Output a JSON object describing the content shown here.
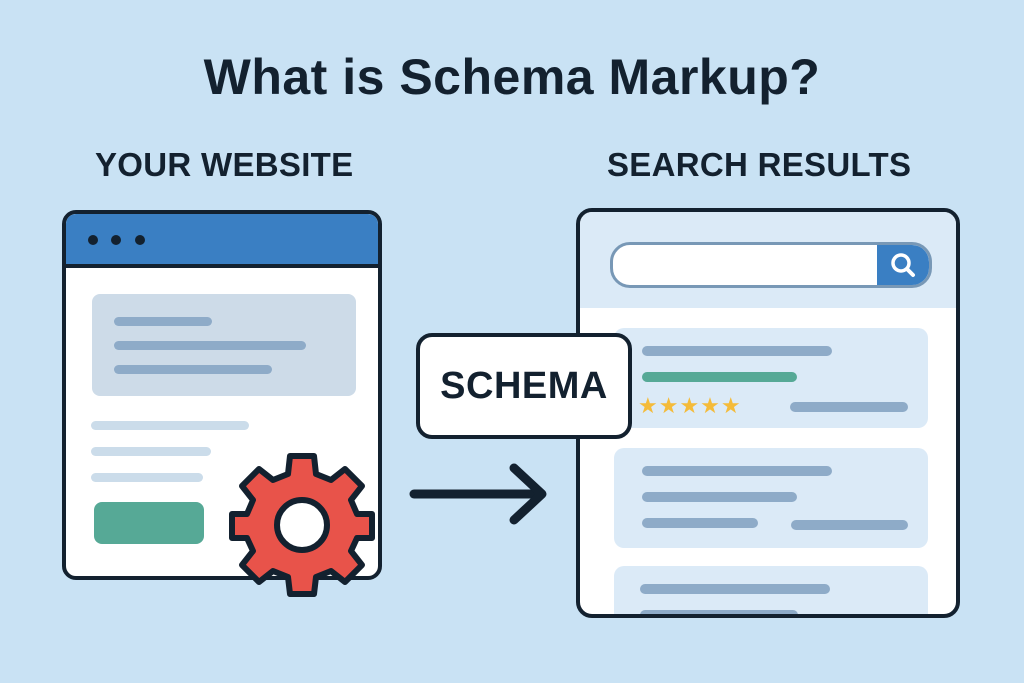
{
  "title": "What is Schema Markup?",
  "left_panel": {
    "heading": "YOUR WEBSITE",
    "window_dots": 3,
    "accent_color": "#3a7fc3",
    "button_color": "#56a996",
    "icon": "gear-icon",
    "icon_color": "#e8534a"
  },
  "right_panel": {
    "heading": "SEARCH RESULTS",
    "search": {
      "placeholder": "",
      "icon": "search-icon"
    },
    "results": [
      {
        "rich": true,
        "rating_stars": 5,
        "star_color": "#f4bb3a",
        "highlight_color": "#56a996"
      },
      {
        "rich": false
      },
      {
        "rich": false
      }
    ]
  },
  "badge": {
    "label": "SCHEMA"
  },
  "arrow": {
    "icon": "arrow-right-icon",
    "direction": "right"
  },
  "colors": {
    "background": "#c9e2f4",
    "outline": "#13212f",
    "placeholder_bar": "#8eabc8",
    "card_bg": "#dbeaf7"
  }
}
